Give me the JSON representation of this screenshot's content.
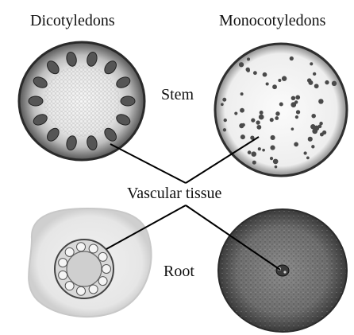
{
  "labels": {
    "dicotyledons": "Dicotyledons",
    "monocotyledons": "Monocotyledons",
    "stem": "Stem",
    "root": "Root",
    "vascular_tissue": "Vascular tissue"
  }
}
